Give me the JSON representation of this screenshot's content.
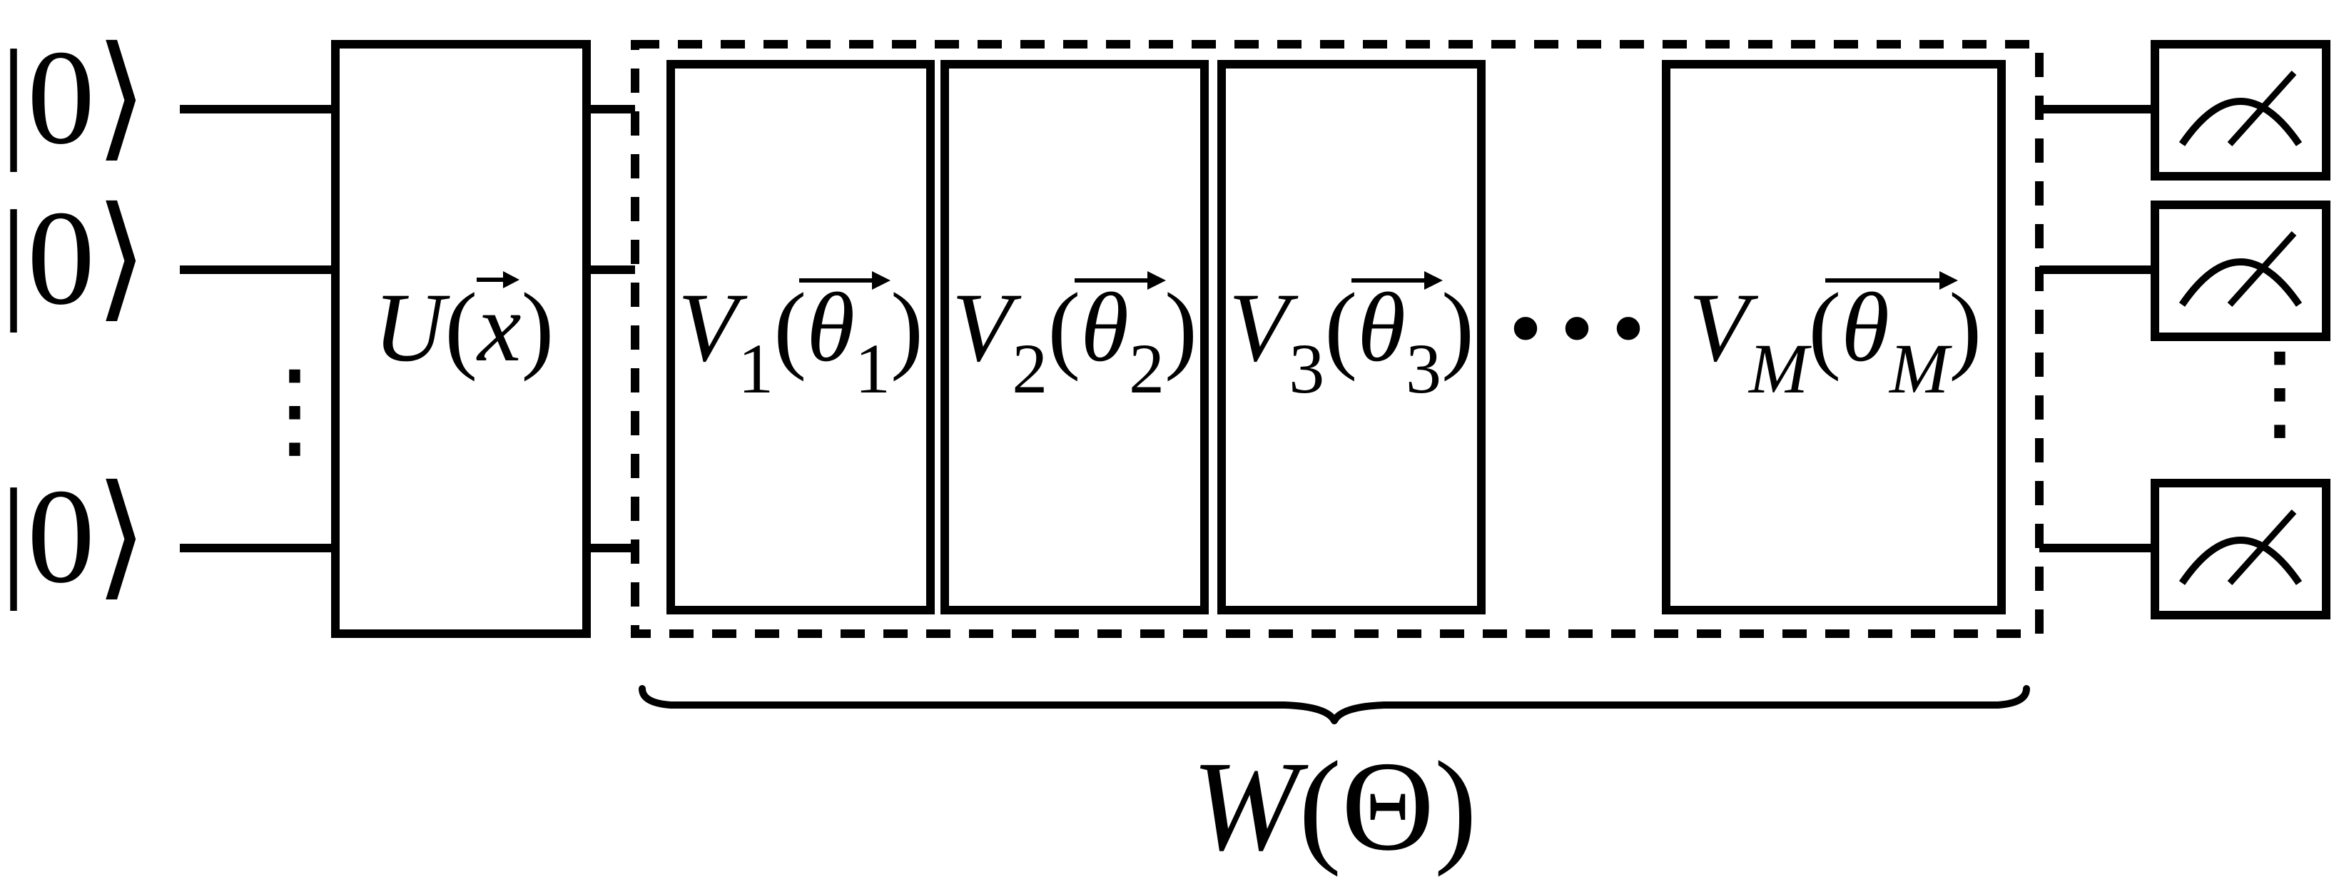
{
  "inputs": {
    "ket_label": "|0⟩",
    "vertical_ellipsis": "⋮"
  },
  "encoder": {
    "symbol": "U",
    "argument": "x",
    "open_paren": "(",
    "close_paren": ")"
  },
  "layers": [
    {
      "symbol": "V",
      "subscript": "1",
      "param": "θ",
      "param_subscript": "1"
    },
    {
      "symbol": "V",
      "subscript": "2",
      "param": "θ",
      "param_subscript": "2"
    },
    {
      "symbol": "V",
      "subscript": "3",
      "param": "θ",
      "param_subscript": "3"
    },
    {
      "symbol": "V",
      "subscript": "M",
      "param": "θ",
      "param_subscript": "M"
    }
  ],
  "layer_ellipsis": "• • •",
  "outputs": {
    "measurement_icon": "meter-icon",
    "vertical_ellipsis": "⋮"
  },
  "group": {
    "label_symbol": "W",
    "label_argument": "Θ",
    "open_paren": "(",
    "close_paren": ")"
  }
}
